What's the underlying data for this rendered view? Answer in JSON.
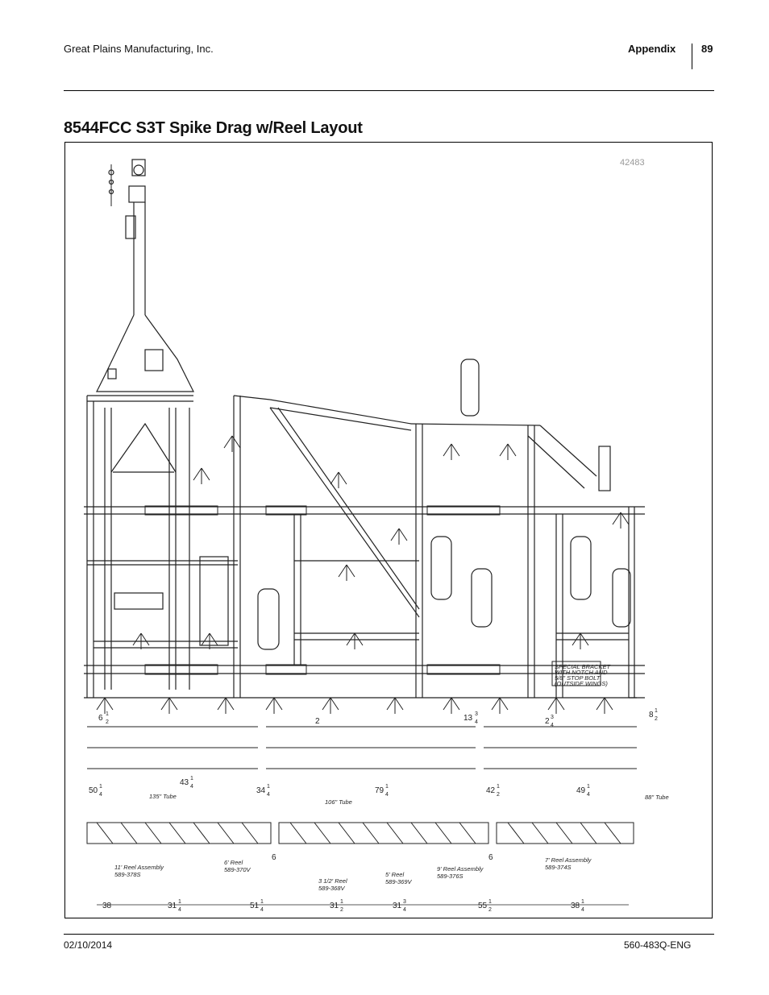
{
  "header": {
    "company": "Great Plains Manufacturing, Inc.",
    "section": "Appendix",
    "page_number": "89"
  },
  "title": "8544FCC S3T Spike Drag w/Reel Layout",
  "figure": {
    "figure_id": "42483",
    "note": [
      "SPECIAL BRACKET",
      "WITH NOTCH AND",
      "5/8\" STOP BOLT",
      "(OUTSIDE WINGS)"
    ],
    "tube_labels": [
      "135\" Tube",
      "106\" Tube",
      "88\" Tube"
    ],
    "reel_labels": [
      [
        "11' Reel Assembly",
        "589-378S"
      ],
      [
        "6' Reel",
        "589-370V"
      ],
      [
        "3 1/2' Reel",
        "589-368V"
      ],
      [
        "5' Reel",
        "589-369V"
      ],
      [
        "9' Reel Assembly",
        "589-376S"
      ],
      [
        "7' Reel Assembly",
        "589-374S"
      ]
    ],
    "upper_dims": [
      {
        "w": "6",
        "n": "1",
        "d": "2"
      },
      {
        "w": "2",
        "n": "",
        "d": ""
      },
      {
        "w": "13",
        "n": "3",
        "d": "4"
      },
      {
        "w": "2",
        "n": "3",
        "d": "4"
      },
      {
        "w": "8",
        "n": "1",
        "d": "2"
      }
    ],
    "middle_dims": [
      {
        "w": "50",
        "n": "1",
        "d": "4"
      },
      {
        "w": "43",
        "n": "1",
        "d": "4"
      },
      {
        "w": "34",
        "n": "1",
        "d": "4"
      },
      {
        "w": "79",
        "n": "1",
        "d": "4"
      },
      {
        "w": "42",
        "n": "1",
        "d": "2"
      },
      {
        "w": "49",
        "n": "1",
        "d": "4"
      }
    ],
    "gap_dims": [
      "6",
      "6"
    ],
    "bottom_dims": [
      {
        "w": "38",
        "n": "",
        "d": ""
      },
      {
        "w": "31",
        "n": "1",
        "d": "4"
      },
      {
        "w": "51",
        "n": "1",
        "d": "4"
      },
      {
        "w": "31",
        "n": "1",
        "d": "2"
      },
      {
        "w": "31",
        "n": "3",
        "d": "4"
      },
      {
        "w": "55",
        "n": "1",
        "d": "2"
      },
      {
        "w": "38",
        "n": "1",
        "d": "4"
      }
    ]
  },
  "footer": {
    "date": "02/10/2014",
    "doc_number": "560-483Q-ENG"
  }
}
